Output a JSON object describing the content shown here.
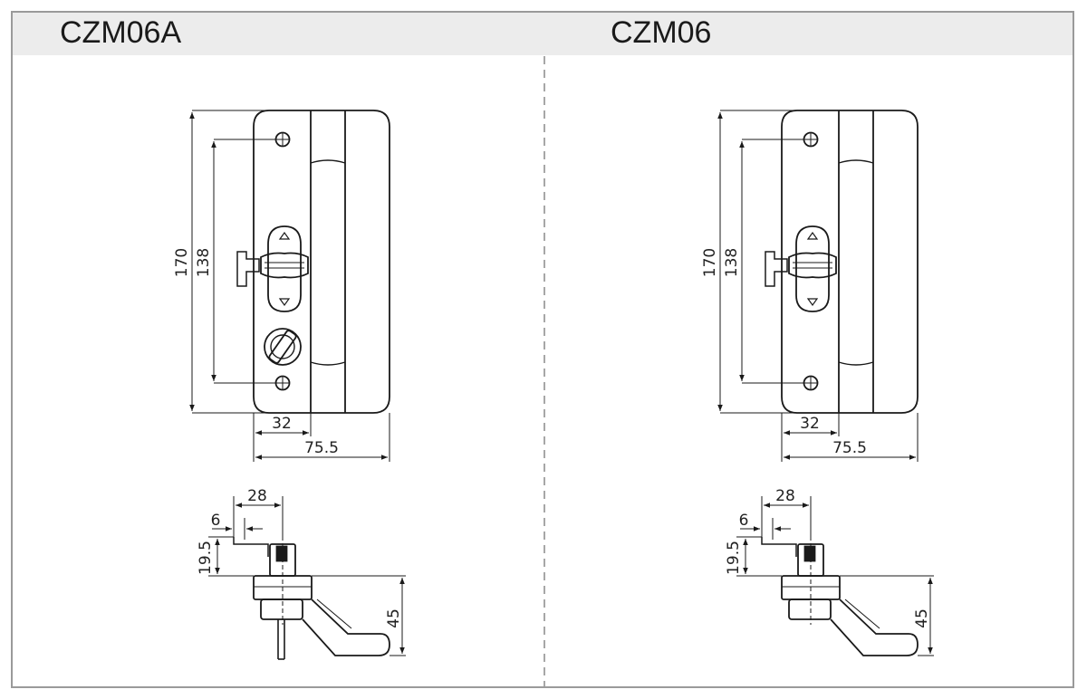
{
  "panels": [
    {
      "model": "CZM06A",
      "front_view": {
        "height_overall": "170",
        "hole_spacing": "138",
        "offset": "32",
        "width": "75.5"
      },
      "side_view": {
        "top_width": "28",
        "small_offset": "6",
        "height_small": "19.5",
        "height_lever": "45"
      }
    },
    {
      "model": "CZM06",
      "front_view": {
        "height_overall": "170",
        "hole_spacing": "138",
        "offset": "32",
        "width": "75.5"
      },
      "side_view": {
        "top_width": "28",
        "small_offset": "6",
        "height_small": "19.5",
        "height_lever": "45"
      }
    }
  ],
  "colors": {
    "line": "#1a1a1a",
    "header_bg": "#ececec",
    "frame": "#9a9a9a",
    "divider": "#8a8a8a"
  }
}
